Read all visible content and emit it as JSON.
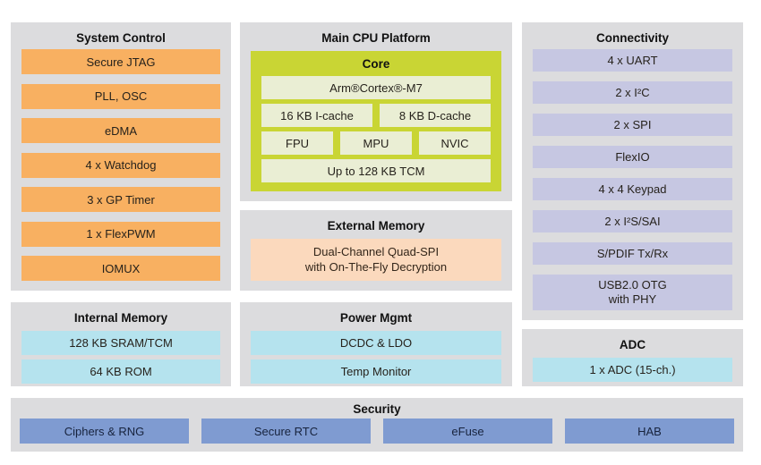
{
  "system_control": {
    "title": "System Control",
    "items": [
      "Secure JTAG",
      "PLL, OSC",
      "eDMA",
      "4 x Watchdog",
      "3 x GP Timer",
      "1 x FlexPWM",
      "IOMUX"
    ]
  },
  "main_cpu": {
    "title": "Main CPU Platform",
    "core": {
      "title": "Core",
      "cpu": "Arm®Cortex®-M7",
      "caches": [
        "16 KB I-cache",
        "8 KB D-cache"
      ],
      "units": [
        "FPU",
        "MPU",
        "NVIC"
      ],
      "tcm": "Up to 128 KB TCM"
    }
  },
  "external_memory": {
    "title": "External Memory",
    "block": {
      "line1": "Dual-Channel Quad-SPI",
      "line2": "with On-The-Fly Decryption"
    }
  },
  "connectivity": {
    "title": "Connectivity",
    "items": [
      "4 x UART",
      "2 x I²C",
      "2 x SPI",
      "FlexIO",
      "4 x 4 Keypad",
      "2 x I²S/SAI",
      "S/PDIF Tx/Rx"
    ],
    "usb": {
      "line1": "USB2.0 OTG",
      "line2": "with PHY"
    }
  },
  "internal_memory": {
    "title": "Internal Memory",
    "items": [
      "128 KB SRAM/TCM",
      "64 KB ROM"
    ]
  },
  "power_mgmt": {
    "title": "Power Mgmt",
    "items": [
      "DCDC & LDO",
      "Temp Monitor"
    ]
  },
  "adc": {
    "title": "ADC",
    "items": [
      "1 x ADC (15-ch.)"
    ]
  },
  "security": {
    "title": "Security",
    "items": [
      "Ciphers & RNG",
      "Secure RTC",
      "eFuse",
      "HAB"
    ]
  },
  "colors": {
    "panel_bg": "#dcdcde",
    "orange": "#f8b061",
    "core_green": "#c9d534",
    "core_item_bg": "#eaeed4",
    "peach": "#fbd9bd",
    "lavender": "#c6c7e2",
    "cyan": "#b5e3ee",
    "security_blue": "#7f9bd1"
  }
}
